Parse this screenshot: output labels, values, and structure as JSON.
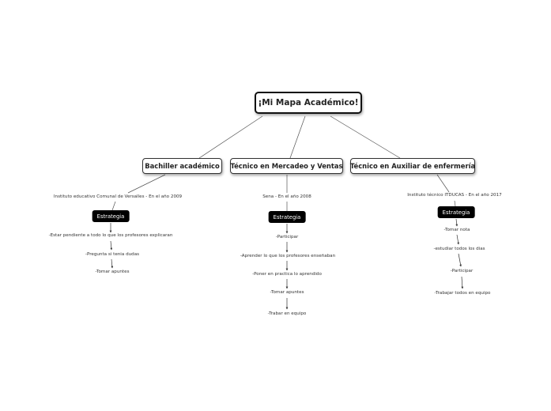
{
  "root": {
    "title": "¡Mi Mapa Académico!"
  },
  "branches": [
    {
      "title": "Bachiller académico",
      "info": "Instituto educativo Comunal de Versalles - En el año 2009",
      "strategy_label": "Estrategia",
      "steps": [
        "-Estar pendiente a todo lo que los profesores explicaran",
        "-Pregunta si tenia dudas",
        "-Tomar apuntes"
      ]
    },
    {
      "title": "Técnico en Mercadeo y Ventas",
      "info": "Sena - En el año 2008",
      "strategy_label": "Estrategia",
      "steps": [
        "-Participar",
        "-Aprender lo que los profesores enseñaban",
        "-Poner en practica lo aprendido",
        "-Tomar apuntes",
        "-Trabar en equipo"
      ]
    },
    {
      "title": "Técnico en Auxiliar de enfermería",
      "info": "Instituto técnico ITDUCAS - En el año 2017",
      "strategy_label": "Estrategia",
      "steps": [
        "-Tomar nota",
        "-estudiar todos los dias",
        "-Participar",
        "-Trabajar todos en equipo"
      ]
    }
  ]
}
